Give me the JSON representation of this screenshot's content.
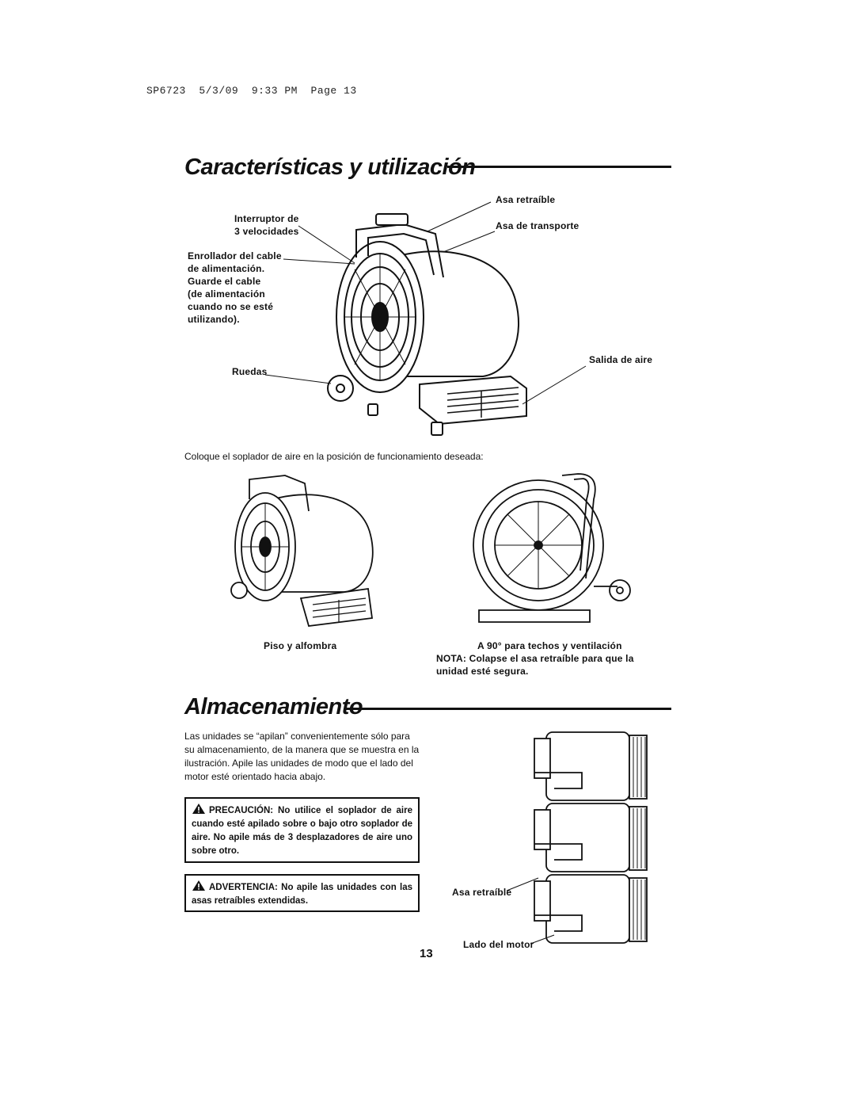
{
  "header": {
    "print_info": "SP6723  5/3/09  9:33 PM  Page 13"
  },
  "section1": {
    "title": "Características y utilización",
    "callouts": {
      "retractable_handle": "Asa retraíble",
      "carry_handle": "Asa de transporte",
      "speed_switch_line1": "Interruptor de",
      "speed_switch_line2": "3 velocidades",
      "cord_wrap": [
        "Enrollador del cable",
        "de alimentación.",
        "Guarde el cable",
        "(de alimentación",
        "cuando no se esté",
        "utilizando)."
      ],
      "air_outlet": "Salida de aire",
      "wheels": "Ruedas"
    },
    "instruction": "Coloque el soplador de aire en la posición de funcionamiento deseada:",
    "position_floor": "Piso y alfombra",
    "position_90": "A 90° para techos y ventilación",
    "note": "NOTA: Colapse el asa retraíble para que la unidad esté segura."
  },
  "section2": {
    "title": "Almacenamiento",
    "body": "Las unidades se “apilan” convenientemente sólo para su almacenamiento, de la manera que se muestra en la ilustración. Apile las unidades de modo que el lado del motor esté orientado hacia abajo.",
    "caution_label": "PRECAUCIÓN:",
    "caution_text": "No utilice el soplador de aire cuando esté apilado sobre o bajo otro soplador de aire. No apile más de 3 desplazadores de aire uno sobre otro.",
    "warning_label": "ADVERTENCIA:",
    "warning_text": "No apile las unidades con las asas retraíbles extendidas.",
    "callout_handle": "Asa retraíble",
    "callout_motor": "Lado del motor"
  },
  "page_number": "13",
  "icons": {
    "warning": "warning-triangle-icon"
  },
  "colors": {
    "ink": "#111111",
    "paper": "#ffffff"
  }
}
